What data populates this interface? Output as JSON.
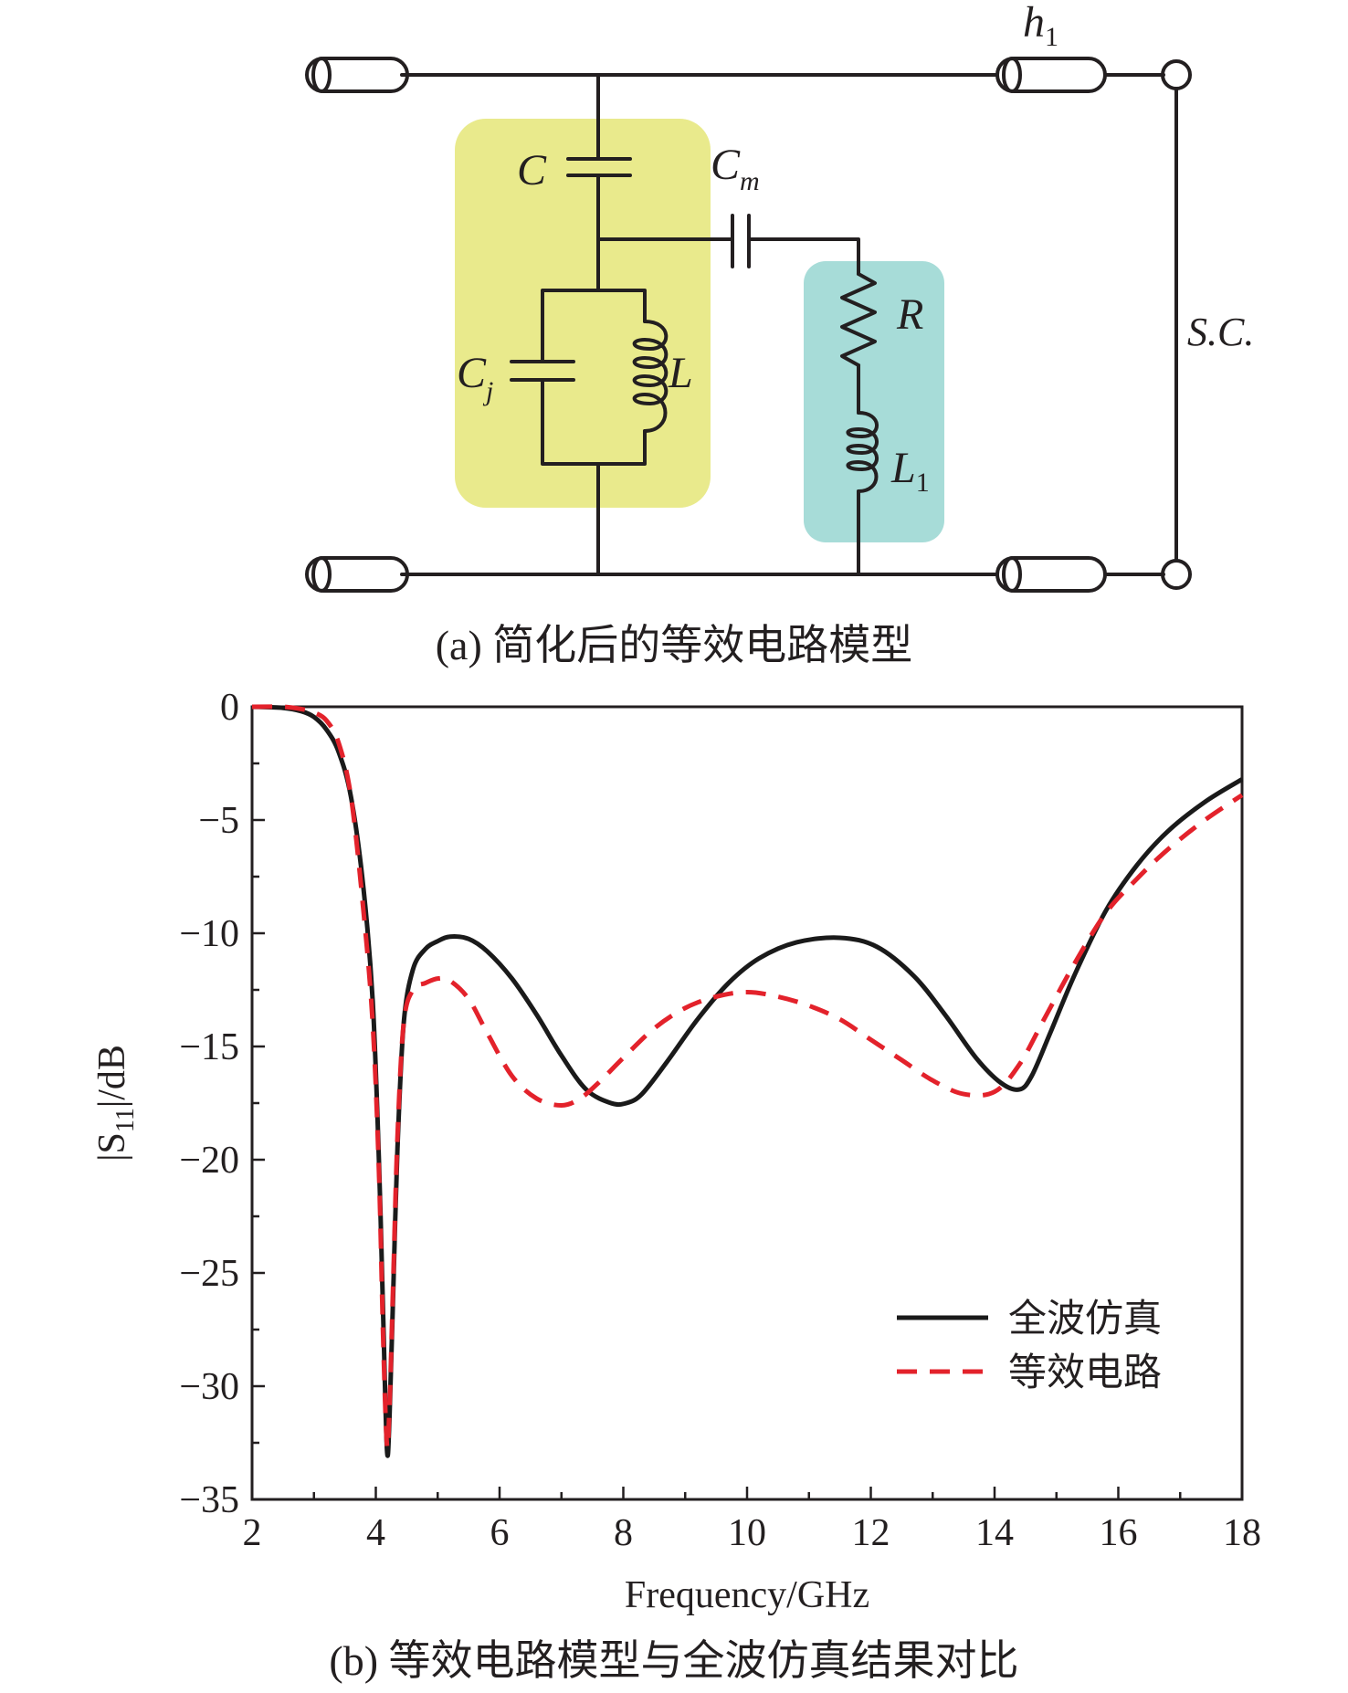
{
  "circuit": {
    "caption": "(a) 简化后的等效电路模型",
    "labels": {
      "C": "C",
      "Cm_main": "C",
      "Cm_sub": "m",
      "Cj_main": "C",
      "Cj_sub": "j",
      "L": "L",
      "R": "R",
      "L1_main": "L",
      "L1_sub": "1",
      "h1_main": "h",
      "h1_sub": "1",
      "SC": "S.C."
    },
    "colors": {
      "resonator_box": "#e9ea8c",
      "loss_box": "#a7dcd8",
      "wire": "#231f20"
    }
  },
  "chart": {
    "caption": "(b) 等效电路模型与全波仿真结果对比",
    "xlabel": "Frequency/GHz",
    "ylabel_main": "|S",
    "ylabel_sub": "11",
    "ylabel_tail": "|/dB",
    "legend_full": "全波仿真",
    "legend_equiv": "等效电路",
    "colors": {
      "full": "#1a1a1a",
      "equiv": "#e3222b"
    }
  },
  "chart_data": {
    "type": "line",
    "xlabel": "Frequency/GHz",
    "ylabel": "|S11|/dB",
    "xlim": [
      2,
      18
    ],
    "ylim": [
      -35,
      0
    ],
    "xticks": [
      2,
      4,
      6,
      8,
      10,
      12,
      14,
      16,
      18
    ],
    "yticks": [
      0,
      -5,
      -10,
      -15,
      -20,
      -25,
      -30,
      -35
    ],
    "legend_position": "bottom-right",
    "grid": false,
    "series": [
      {
        "name": "全波仿真",
        "style": "solid",
        "x": [
          2.0,
          2.5,
          2.8,
          3.0,
          3.2,
          3.4,
          3.6,
          3.8,
          3.95,
          4.05,
          4.12,
          4.18,
          4.22,
          4.28,
          4.35,
          4.45,
          4.6,
          4.8,
          5.0,
          5.2,
          5.5,
          5.8,
          6.2,
          6.6,
          7.0,
          7.4,
          7.8,
          8.05,
          8.3,
          8.7,
          9.2,
          9.7,
          10.2,
          10.8,
          11.5,
          12.1,
          12.7,
          13.2,
          13.7,
          14.1,
          14.4,
          14.6,
          14.9,
          15.3,
          15.8,
          16.3,
          16.8,
          17.4,
          18.0
        ],
        "y": [
          0.0,
          -0.05,
          -0.2,
          -0.45,
          -1.0,
          -2.0,
          -4.0,
          -8.0,
          -13.0,
          -20.0,
          -27.0,
          -32.8,
          -31.5,
          -26.0,
          -19.5,
          -14.0,
          -11.6,
          -10.7,
          -10.35,
          -10.15,
          -10.25,
          -10.8,
          -12.0,
          -13.6,
          -15.4,
          -16.9,
          -17.5,
          -17.5,
          -17.1,
          -15.7,
          -13.8,
          -12.2,
          -11.1,
          -10.4,
          -10.2,
          -10.6,
          -11.9,
          -13.6,
          -15.5,
          -16.6,
          -16.9,
          -16.3,
          -14.4,
          -11.8,
          -9.0,
          -7.0,
          -5.5,
          -4.2,
          -3.2
        ]
      },
      {
        "name": "等效电路",
        "style": "dashed",
        "x": [
          2.0,
          2.5,
          2.8,
          3.0,
          3.2,
          3.4,
          3.6,
          3.8,
          3.95,
          4.05,
          4.12,
          4.18,
          4.22,
          4.28,
          4.35,
          4.45,
          4.6,
          4.8,
          5.0,
          5.2,
          5.5,
          5.8,
          6.2,
          6.6,
          7.0,
          7.3,
          7.6,
          8.0,
          8.5,
          9.0,
          9.5,
          10.0,
          10.5,
          11.0,
          11.5,
          12.0,
          12.5,
          13.0,
          13.5,
          14.0,
          14.4,
          14.8,
          15.3,
          15.8,
          16.3,
          16.8,
          17.4,
          18.0
        ],
        "y": [
          0.0,
          0.0,
          -0.1,
          -0.25,
          -0.6,
          -1.6,
          -4.0,
          -9.0,
          -14.0,
          -20.5,
          -28.0,
          -32.6,
          -31.0,
          -25.5,
          -19.0,
          -14.0,
          -12.5,
          -12.2,
          -12.0,
          -12.1,
          -12.9,
          -14.4,
          -16.3,
          -17.3,
          -17.6,
          -17.3,
          -16.6,
          -15.5,
          -14.2,
          -13.3,
          -12.8,
          -12.6,
          -12.8,
          -13.2,
          -13.8,
          -14.7,
          -15.6,
          -16.5,
          -17.1,
          -17.0,
          -15.8,
          -13.8,
          -11.3,
          -9.1,
          -7.6,
          -6.3,
          -5.0,
          -3.9
        ]
      }
    ]
  }
}
